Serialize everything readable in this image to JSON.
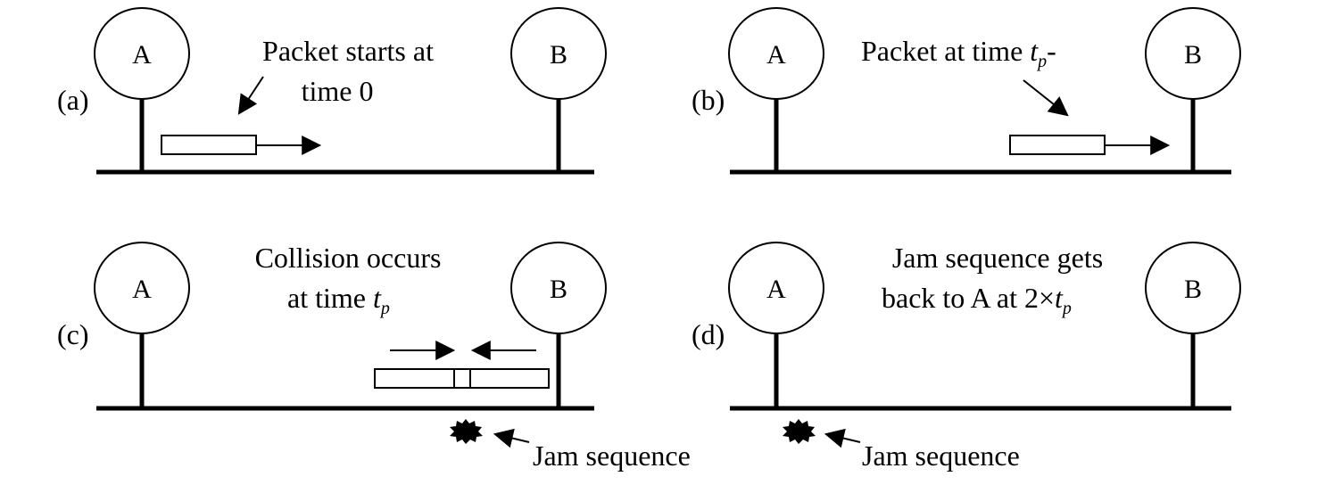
{
  "panels": [
    {
      "id": "a",
      "tag": "(a)",
      "node_a": "A",
      "node_b": "B",
      "caption_line1": "Packet starts at",
      "caption_line2": "time 0"
    },
    {
      "id": "b",
      "tag": "(b)",
      "node_a": "A",
      "node_b": "B",
      "caption_line1_prefix": "Packet at time ",
      "caption_line1_var": "t",
      "caption_line1_sub": "p",
      "caption_line1_suffix": "-"
    },
    {
      "id": "c",
      "tag": "(c)",
      "node_a": "A",
      "node_b": "B",
      "caption_line1": "Collision occurs",
      "caption_line2_prefix": "at time ",
      "caption_line2_var": "t",
      "caption_line2_sub": "p",
      "jam_label": "Jam sequence"
    },
    {
      "id": "d",
      "tag": "(d)",
      "node_a": "A",
      "node_b": "B",
      "caption_line1": "Jam sequence gets",
      "caption_line2_prefix": "back to A at  2×",
      "caption_line2_var": "t",
      "caption_line2_sub": "p",
      "jam_label": "Jam sequence"
    }
  ]
}
